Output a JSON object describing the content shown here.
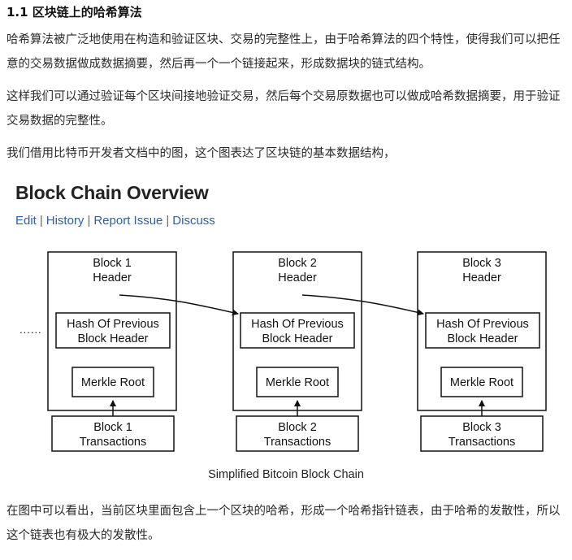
{
  "section": {
    "heading": "1.1 区块链上的哈希算法"
  },
  "paragraphs": {
    "p1": "哈希算法被广泛地使用在构造和验证区块、交易的完整性上，由于哈希算法的四个特性，使得我们可以把任意的交易数据做成数据摘要，然后再一个一个链接起来，形成数据块的链式结构。",
    "p2": "这样我们可以通过验证每个区块间接地验证交易，然后每个交易原数据也可以做成哈希数据摘要，用于验证交易数据的完整性。",
    "p3": "我们借用比特币开发者文档中的图，这个图表达了区块链的基本数据结构，",
    "p4": "在图中可以看出，当前区块里面包含上一个区块的哈希，形成一个哈希指针链表，由于哈希的发散性，所以这个链表也有极大的发散性。"
  },
  "figure": {
    "title": "Block Chain Overview",
    "links": [
      "Edit",
      "History",
      "Report Issue",
      "Discuss"
    ],
    "link_separator": "|",
    "ellipsis": "......",
    "caption": "Simplified Bitcoin Block Chain",
    "blocks": [
      {
        "header": [
          "Block 1",
          "Header"
        ],
        "hash_prev": [
          "Hash Of Previous",
          "Block Header"
        ],
        "merkle": "Merkle Root",
        "tx": [
          "Block 1",
          "Transactions"
        ]
      },
      {
        "header": [
          "Block 2",
          "Header"
        ],
        "hash_prev": [
          "Hash Of Previous",
          "Block Header"
        ],
        "merkle": "Merkle Root",
        "tx": [
          "Block 2",
          "Transactions"
        ]
      },
      {
        "header": [
          "Block 3",
          "Header"
        ],
        "hash_prev": [
          "Hash Of Previous",
          "Block Header"
        ],
        "merkle": "Merkle Root",
        "tx": [
          "Block 3",
          "Transactions"
        ]
      }
    ]
  },
  "colors": {
    "link": "#2f5f9c",
    "text": "#222222"
  }
}
